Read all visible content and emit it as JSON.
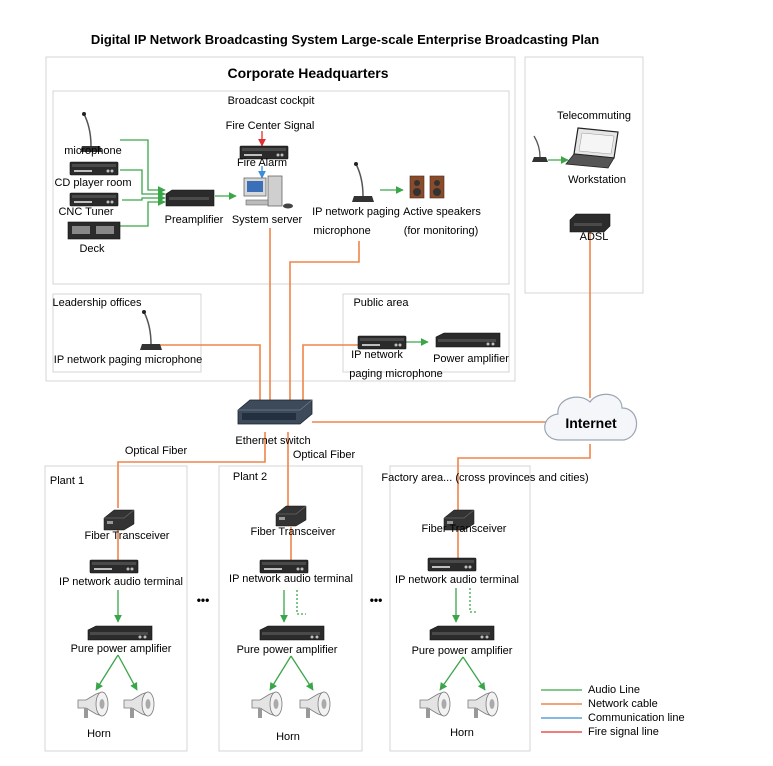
{
  "title": "Digital IP Network Broadcasting System Large-scale Enterprise Broadcasting Plan",
  "hq": {
    "title": "Corporate Headquarters",
    "cockpit": "Broadcast cockpit",
    "microphone": "microphone",
    "cd_player": "CD player room",
    "cnc_tuner": "CNC Tuner",
    "deck": "Deck",
    "preamplifier": "Preamplifier",
    "fire_center": "Fire Center Signal",
    "fire_alarm": "Fire Alarm",
    "system_server": "System server",
    "paging_mic_1": "IP network paging",
    "paging_mic_2": "microphone",
    "speakers_1": "Active speakers",
    "speakers_2": "(for monitoring)",
    "leadership": "Leadership offices",
    "leadership_mic": "IP network paging microphone",
    "public": "Public area",
    "public_mic_1": "IP network",
    "public_mic_2": "paging microphone",
    "power_amp": "Power amplifier"
  },
  "tele": {
    "title": "Telecommuting",
    "workstation": "Workstation",
    "adsl": "ADSL"
  },
  "switch": "Ethernet switch",
  "internet": "Internet",
  "optical_left": "Optical Fiber",
  "optical_right": "Optical Fiber",
  "ellipsis": "•••",
  "plants": [
    {
      "title": "Plant 1",
      "fiber": "Fiber Transceiver",
      "terminal": "IP network audio terminal",
      "amp": "Pure power amplifier",
      "horn": "Horn"
    },
    {
      "title": "Plant 2",
      "fiber": "Fiber Transceiver",
      "terminal": "IP network audio terminal",
      "amp": "Pure power amplifier",
      "horn": "Horn"
    },
    {
      "title": "Factory area... (cross provinces and cities)",
      "fiber": "Fiber Transceiver",
      "terminal": "IP network audio terminal",
      "amp": "Pure power amplifier",
      "horn": "Horn"
    }
  ],
  "legend": {
    "audio": "Audio Line",
    "network": "Network cable",
    "communication": "Communication line",
    "fire": "Fire signal line"
  },
  "colors": {
    "audio": "#3aa64a",
    "network": "#f0834a",
    "communication": "#3a8fd8",
    "fire": "#e03030"
  }
}
